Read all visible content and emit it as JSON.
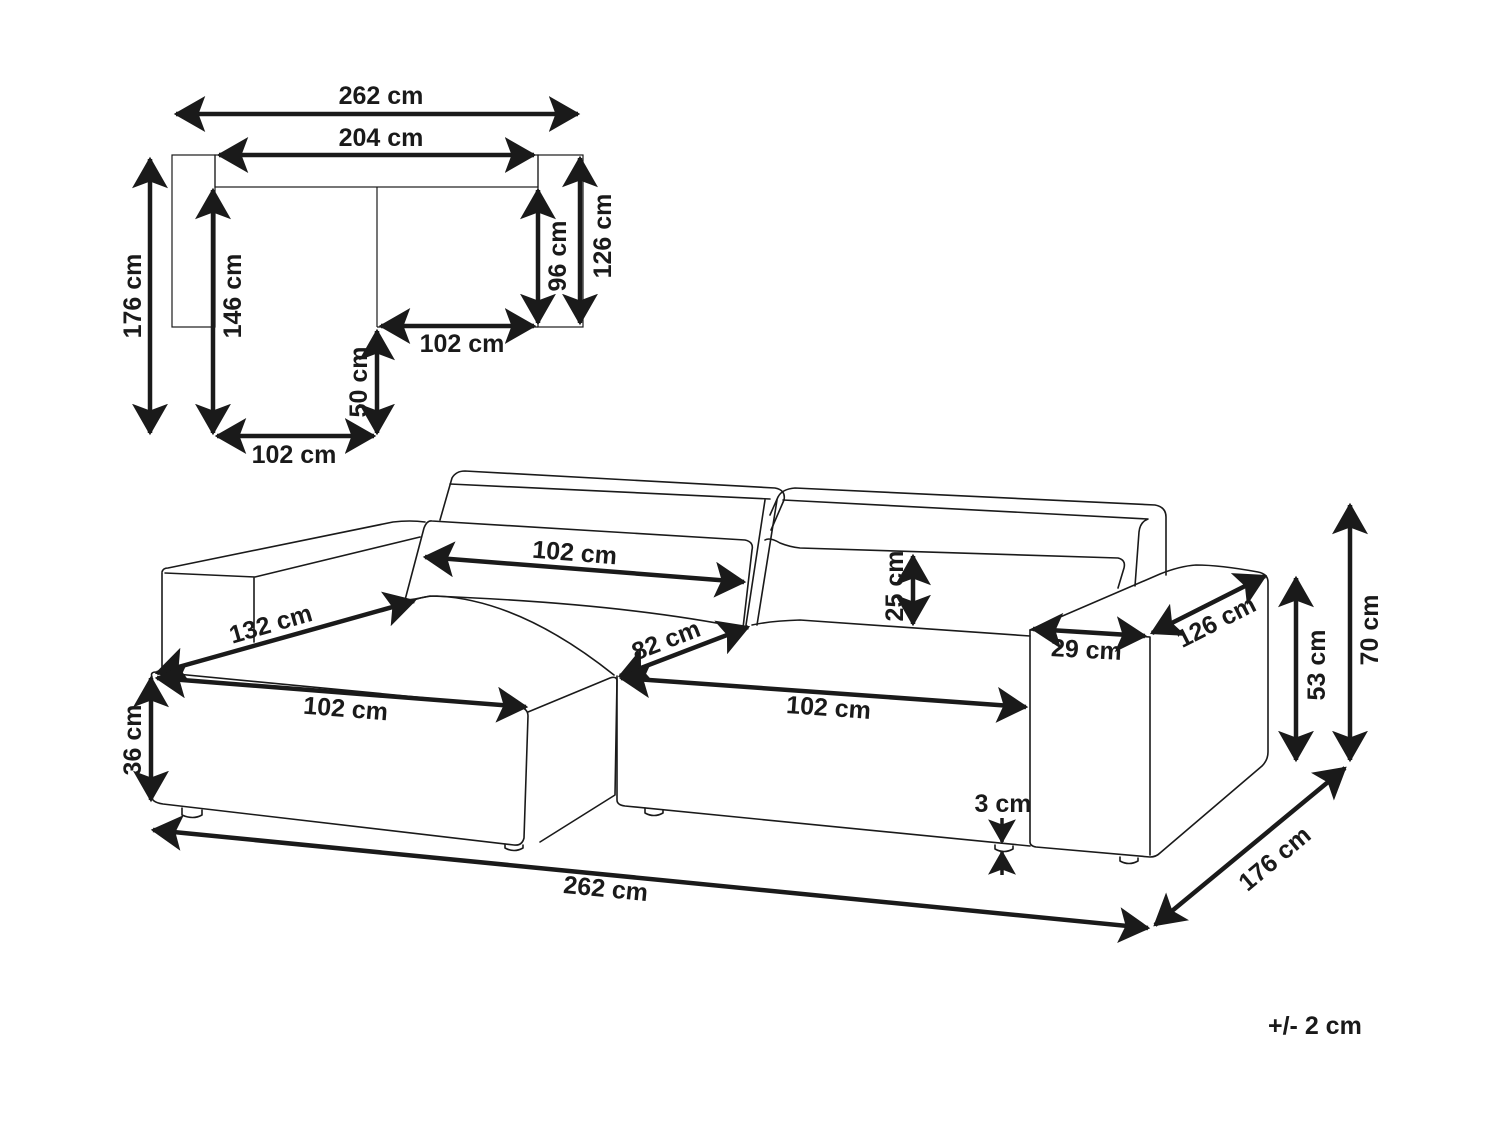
{
  "diagram": {
    "subject": "L-shaped corner sofa dimension drawing",
    "top_view": {
      "overall_width": "262 cm",
      "inner_width": "204 cm",
      "overall_depth": "176 cm",
      "chaise_inner_depth": "146 cm",
      "right_module_seat_depth": "96 cm",
      "right_module_total_depth": "126 cm",
      "right_module_seat_width": "102 cm",
      "chaise_extension": "50 cm",
      "chaise_seat_width": "102 cm"
    },
    "perspective_view": {
      "back_cushion_width": "102 cm",
      "chaise_seat_length": "132 cm",
      "chaise_front_width": "102 cm",
      "seat_height": "36 cm",
      "seat_depth": "82 cm",
      "back_cushion_height": "25 cm",
      "seat_front_width": "102 cm",
      "armrest_width": "29 cm",
      "armrest_depth": "126 cm",
      "armrest_height": "53 cm",
      "total_height": "70 cm",
      "leg_height": "3 cm",
      "total_width": "262 cm",
      "total_depth": "176 cm"
    },
    "tolerance_note": "+/- 2 cm"
  }
}
